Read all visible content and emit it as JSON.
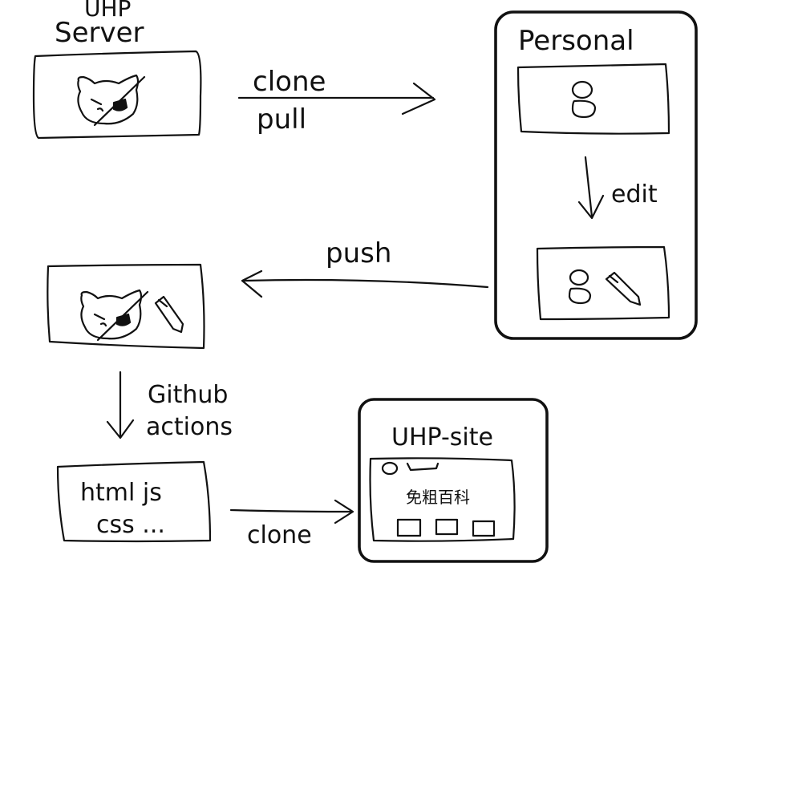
{
  "labels": {
    "uhp_server_line1": "UHP",
    "uhp_server_line2": "Server",
    "clone_top": "clone",
    "pull": "pull",
    "personal": "Personal",
    "edit": "edit",
    "push": "push",
    "github_line1": "Github",
    "github_line2": "actions",
    "files_line1": "html js",
    "files_line2": "css ...",
    "clone_bottom": "clone",
    "uhp_site": "UHP-site",
    "site_heading": "免粗百科"
  },
  "icons": {
    "server_logo": "cat-mascot-icon",
    "user": "person-icon",
    "pencil": "pencil-icon"
  },
  "colors": {
    "ink": "#111111",
    "background": "#ffffff"
  }
}
